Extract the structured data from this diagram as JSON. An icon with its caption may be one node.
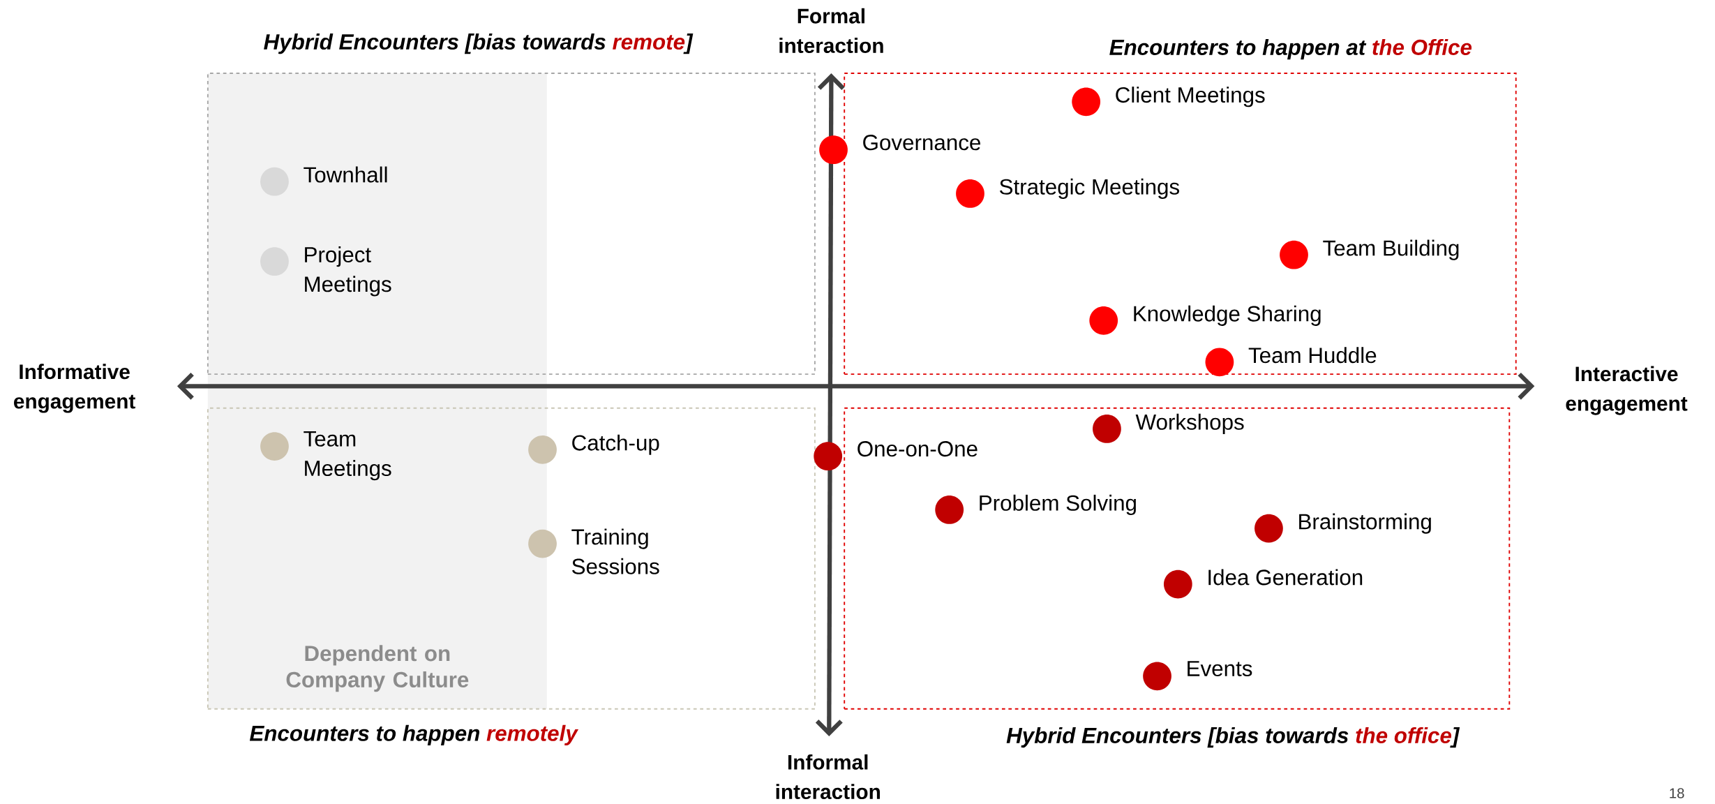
{
  "diagram": {
    "nodes": [
      {
        "text": [
          "Hybrid Encounters [bias towards **remote**]"
        ]
      },
      {
        "text": [
          "Encounters to happen at **the Office**"
        ]
      },
      {
        "text": [
          "Encounters to happen **remotely**"
        ]
      },
      {
        "text": [
          "Hybrid Encounters [bias towards **the office**]"
        ]
      },
      {
        "text": [
          "Townhall"
        ],
        "in": 0
      },
      {
        "text": [
          "Project Meetings"
        ],
        "in": 0
      },
      {
        "text": [
          "Client Meetings"
        ],
        "in": 1
      },
      {
        "text": [
          "Governance"
        ]
      },
      {
        "text": [
          "Strategic Meetings"
        ],
        "in": 1
      },
      {
        "text": [
          "Team Building"
        ],
        "in": 1
      },
      {
        "text": [
          "Knowledge Sharing"
        ],
        "in": 1
      },
      {
        "text": [
          "Team Huddle"
        ],
        "in": 1
      },
      {
        "text": [
          "Team Meetings"
        ],
        "in": 2
      },
      {
        "text": [
          "Catch-up"
        ],
        "in": 2
      },
      {
        "text": [
          "Training Sessions"
        ],
        "in": 2
      },
      {
        "text": [
          "Workshops"
        ],
        "in": 3
      },
      {
        "text": [
          "One-on-One"
        ]
      },
      {
        "text": [
          "Problem Solving"
        ],
        "in": 3
      },
      {
        "text": [
          "Brainstorming"
        ],
        "in": 3
      },
      {
        "text": [
          "Idea Generation"
        ],
        "in": 3
      },
      {
        "text": [
          "Events"
        ],
        "in": 3
      }
    ],
    "labels": [
      "Dependent on Company Culture",
      "Formal interaction",
      "Informative engagement",
      "Interactive engagement",
      "Informal interaction",
      "18"
    ]
  }
}
